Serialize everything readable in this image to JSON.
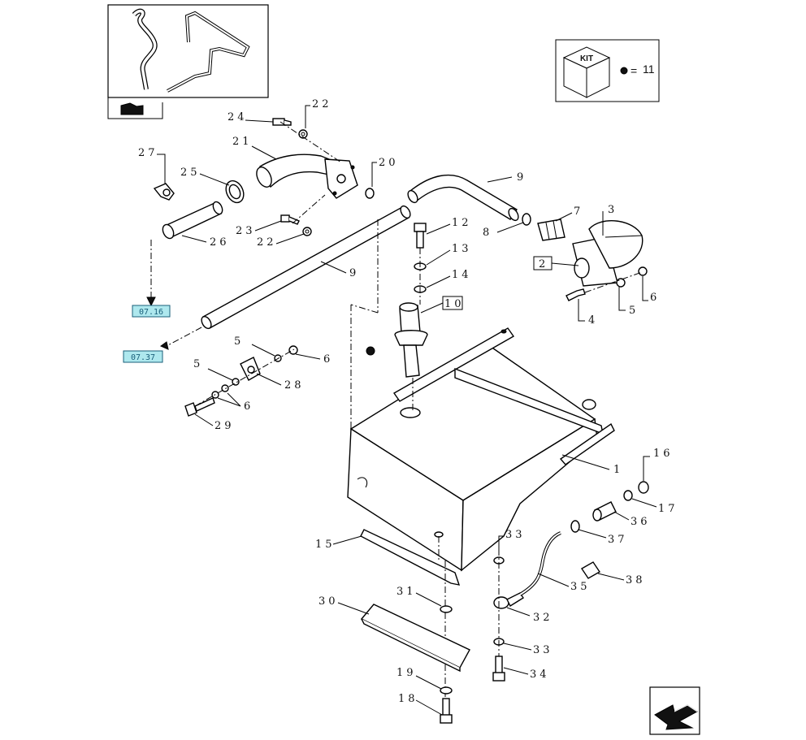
{
  "kit": {
    "label": "KIT",
    "equals": "=",
    "count": "11"
  },
  "references": {
    "ref_a": "07.16",
    "ref_b": "07.37"
  },
  "callouts": {
    "c1": "1",
    "c2": "2",
    "c3": "3",
    "c4": "4",
    "c5a": "5",
    "c5b": "5",
    "c5c": "5",
    "c6a": "6",
    "c6b": "6",
    "c6c": "6",
    "c7": "7",
    "c8": "8",
    "c9a": "9",
    "c9b": "9",
    "c10": "10",
    "c12": "12",
    "c13": "13",
    "c14": "14",
    "c15": "15",
    "c16": "16",
    "c17": "17",
    "c18": "18",
    "c19": "19",
    "c20": "20",
    "c21": "21",
    "c22a": "22",
    "c22b": "22",
    "c23": "23",
    "c24": "24",
    "c25": "25",
    "c26": "26",
    "c27": "27",
    "c28": "28",
    "c29": "29",
    "c30": "30",
    "c31": "31",
    "c32": "32",
    "c33a": "33",
    "c33b": "33",
    "c34": "34",
    "c35": "35",
    "c36": "36",
    "c37": "37",
    "c38": "38"
  },
  "colors": {
    "ref_fill": "#aee8ee",
    "ref_text": "#1a5f7a",
    "line": "#000000"
  }
}
